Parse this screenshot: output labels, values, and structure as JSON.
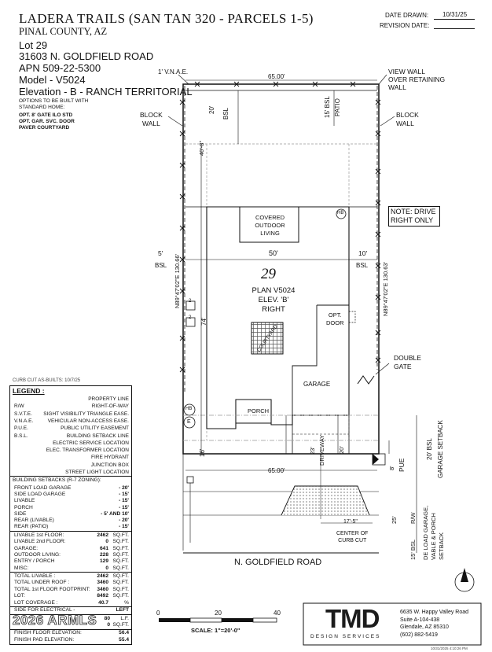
{
  "header": {
    "project": "LADERA TRAILS (SAN TAN 320 - PARCELS 1-5)",
    "county": "PINAL COUNTY, AZ",
    "lot": "Lot 29",
    "address": "31603 N. GOLDFIELD ROAD",
    "apn": "APN 509-22-5300",
    "model": "Model - V5024",
    "elevation": "Elevation - B - RANCH TERRITORIAL",
    "options_title": [
      "OPTIONS TO BE BUILT WITH",
      "STANDARD HOME:"
    ],
    "options": [
      "OPT. 8' GATE ILO STD",
      "OPT. GAR. SVC. DOOR",
      "PAVER COURTYARD"
    ],
    "date_drawn_label": "DATE DRAWN:",
    "date_drawn": "10/31/25",
    "revision_label": "REVISION DATE:"
  },
  "plan": {
    "lot_number": "29",
    "plan_name": "PLAN V5024",
    "elev": "ELEV. 'B'",
    "hand": "RIGHT",
    "covered_outdoor": [
      "COVERED",
      "OUTDOOR",
      "LIVING"
    ],
    "courtyard": "COURTYARD",
    "garage": "GARAGE",
    "porch": "PORCH",
    "opt_door": [
      "OPT.",
      "DOOR"
    ],
    "hb": "HB",
    "e": "E",
    "driveway": "DRIVEWAY",
    "pue": "PUE",
    "rw": "R/W",
    "note": [
      "NOTE: DRIVE",
      "RIGHT ONLY"
    ]
  },
  "annotations": {
    "vnae": "1' V.N.A.E.",
    "top_width": "65.00'",
    "bottom_width": "65.00'",
    "view_wall": [
      "VIEW WALL",
      "OVER RETAINING",
      "WALL"
    ],
    "block_wall_left": [
      "BLOCK",
      "WALL"
    ],
    "block_wall_right": [
      "BLOCK",
      "WALL"
    ],
    "rear_bsl": "20'",
    "bsl": "BSL",
    "patio_bsl": "15' BSL",
    "patio": "PATIO",
    "rear_dim": "40'-8\"",
    "house_width": "50'",
    "left_side": "5'",
    "right_side": "10'",
    "left_bearing": "N89°47'02\"E 130.66'",
    "right_bearing": "N89°47'02\"E 130.63'",
    "house_depth": "74'",
    "double_gate": [
      "DOUBLE",
      "GATE"
    ],
    "front_16": "16'",
    "dim_23": "23'",
    "dim_20": "20'",
    "dim_8": "8'",
    "front_setback": "20' BSL",
    "garage_setback": "GARAGE SETBACK",
    "side_load_note": [
      "DE LOAD GARAGE,",
      "VABLE & PORCH",
      "SETBACK"
    ],
    "dim_15bsl": "15' BSL",
    "dim_25": "25'",
    "curb_dim": "17'-5\"",
    "curb_cut": [
      "CENTER OF",
      "CURB CUT"
    ],
    "street": "N. GOLDFIELD ROAD",
    "curb_note": "CURB CUT AS-BUILTS: 10/7/25"
  },
  "legend": {
    "title": "LEGEND :",
    "items": [
      {
        "key": "",
        "value": "PROPERTY LINE"
      },
      {
        "key": "R/W",
        "value": "RIGHT-OF-WAY"
      },
      {
        "key": "S.V.T.E.",
        "value": "SIGHT VISIBILITY TRIANGLE EASE."
      },
      {
        "key": "V.N.A.E.",
        "value": "VEHICULAR NON-ACCESS EASE."
      },
      {
        "key": "P.U.E.",
        "value": "PUBLIC UTILITY EASEMENT"
      },
      {
        "key": "B.S.L.",
        "value": "BUILDING SETBACK LINE"
      },
      {
        "key": "",
        "value": "ELECTRIC SERVICE LOCATION"
      },
      {
        "key": "",
        "value": "ELEC. TRANSFORMER LOCATION"
      },
      {
        "key": "",
        "value": "FIRE HYDRANT"
      },
      {
        "key": "",
        "value": "JUNCTION BOX"
      },
      {
        "key": "",
        "value": "STREET LIGHT LOCATION"
      }
    ]
  },
  "setbacks": {
    "title": "BUILDING SETBACKS (R-7 ZONING):",
    "items": [
      {
        "key": "FRONT LOAD GARAGE",
        "value": "- 20'"
      },
      {
        "key": "SIDE LOAD GARAGE",
        "value": "- 15'"
      },
      {
        "key": "LIVABLE",
        "value": "- 15'"
      },
      {
        "key": "PORCH",
        "value": "- 15'"
      },
      {
        "key": "SIDE",
        "value": "- 5' AND 10'"
      },
      {
        "key": "REAR (LIVABLE)",
        "value": "- 20'"
      },
      {
        "key": "REAR (PATIO)",
        "value": "- 15'"
      }
    ]
  },
  "areas": {
    "group1": [
      {
        "key": "LIVABLE 1st FLOOR:",
        "value": "2462",
        "unit": "SQ.FT."
      },
      {
        "key": "LIVABLE 2nd FLOOR:",
        "value": "0",
        "unit": "SQ.FT."
      },
      {
        "key": "GARAGE:",
        "value": "641",
        "unit": "SQ.FT."
      },
      {
        "key": "OUTDOOR LIVING:",
        "value": "228",
        "unit": "SQ.FT."
      },
      {
        "key": "ENTRY / PORCH",
        "value": "129",
        "unit": "SQ.FT."
      },
      {
        "key": "MISC:",
        "value": "0",
        "unit": "SQ.FT."
      }
    ],
    "group2": [
      {
        "key": "TOTAL LIVABLE :",
        "value": "2462",
        "unit": "SQ.FT."
      },
      {
        "key": "TOTAL UNDER ROOF :",
        "value": "3460",
        "unit": "SQ.FT."
      },
      {
        "key": "TOTAL 1st FLOOR FOOTPRINT:",
        "value": "3460",
        "unit": "SQ.FT."
      },
      {
        "key": "LOT:",
        "value": "8492",
        "unit": "SQ.FT."
      },
      {
        "key": "LOT COVERAGE :",
        "value": "40.7",
        "unit": "%"
      }
    ],
    "electrical": {
      "key": "SIDE FOR ELECTRICAL -",
      "value": "LEFT"
    },
    "lf": {
      "key": "",
      "value": "80",
      "unit": "L.F."
    },
    "lf2": {
      "key": "",
      "value": "0",
      "unit": "SQ.FT."
    },
    "finish_floor": {
      "key": "FINISH FLOOR ELEVATION:",
      "value": "56.4"
    },
    "finish_pad": {
      "key": "FINISH PAD ELEVATION:",
      "value": "55.4"
    }
  },
  "scale": {
    "ticks": [
      "0",
      "20",
      "40"
    ],
    "label": "SCALE: 1\"=20'-0\""
  },
  "company": {
    "logo": "TMD",
    "tagline": "DESIGN SERVICES",
    "address1": "6635 W. Happy Valley Road",
    "address2": "Suite A-104-438",
    "address3": "Glendale, AZ 85310",
    "phone": "(602) 882-5419"
  },
  "watermark": "2026 ARMLS",
  "footer_stamp": "10/31/2025 4:10:26 PM"
}
